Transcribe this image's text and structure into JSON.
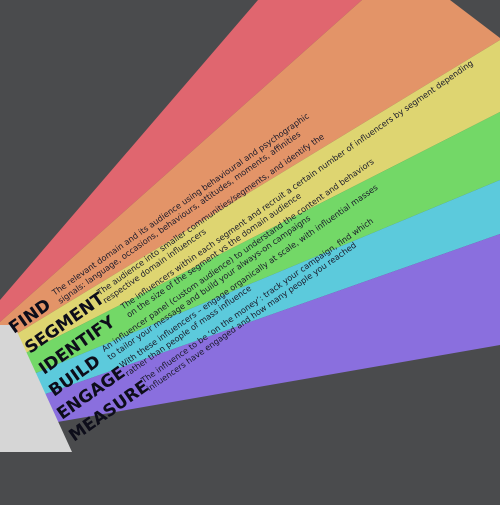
{
  "colors": {
    "background": "#4a4b4d",
    "prism": "#d6d6d6"
  },
  "stages": [
    {
      "title": "FIND",
      "lines": [
        "The relevant domain and its audience using behavioural and psychographic",
        "signals: language, occasions, behaviours, attitudes, moments, affinities"
      ],
      "color": "#e0666f"
    },
    {
      "title": "SEGMENT",
      "lines": [
        "The audience into smaller communities/segments, and identify the",
        "respective domain influencers"
      ],
      "color": "#e39468"
    },
    {
      "title": "IDENTIFY",
      "lines": [
        "The influencers within each segment and recruit a certain number of influencers by segment depending",
        "on the size of the segment vs the domain audience"
      ],
      "color": "#ded571"
    },
    {
      "title": "BUILD",
      "lines": [
        "An influencer panel (custom audience) to understand the content and behaviors",
        "to tailor your message and build your always-on campaigns"
      ],
      "color": "#73d867"
    },
    {
      "title": "ENGAGE",
      "lines": [
        "With these influencers – engage organically at scale, with influential masses",
        "rather than people of mass influence"
      ],
      "color": "#5ccadc"
    },
    {
      "title": "MEASURE",
      "lines": [
        "The influence to be ‘on the money’: track your campaign, find which",
        "influencers have engaged and how many people you reached"
      ],
      "color": "#8a6fde"
    }
  ]
}
